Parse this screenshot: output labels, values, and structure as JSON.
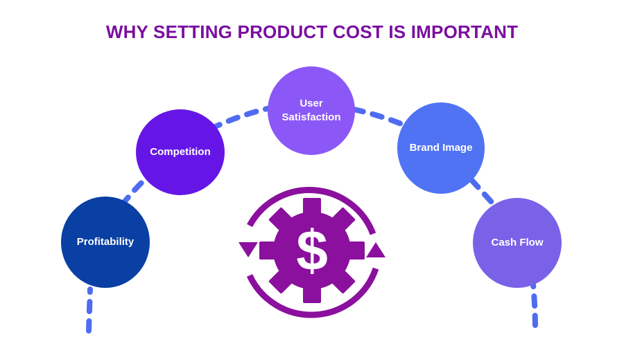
{
  "title": "WHY SETTING PRODUCT COST IS IMPORTANT",
  "nodes": {
    "profitability": "Profitability",
    "competition": "Competition",
    "user_satisfaction_line1": "User",
    "user_satisfaction_line2": "Satisfaction",
    "brand_image": "Brand Image",
    "cash_flow": "Cash Flow"
  },
  "emblem": {
    "symbol": "$",
    "icon": "gear-dollar-cycle-icon"
  },
  "colors": {
    "title": "#7a0fa0",
    "profitability": "#0a3fa3",
    "competition": "#6516e6",
    "user_satisfaction": "#8b58f7",
    "brand_image": "#5073f4",
    "cash_flow": "#7a62e8",
    "connector": "#4f6cf0",
    "emblem": "#8a109d"
  }
}
